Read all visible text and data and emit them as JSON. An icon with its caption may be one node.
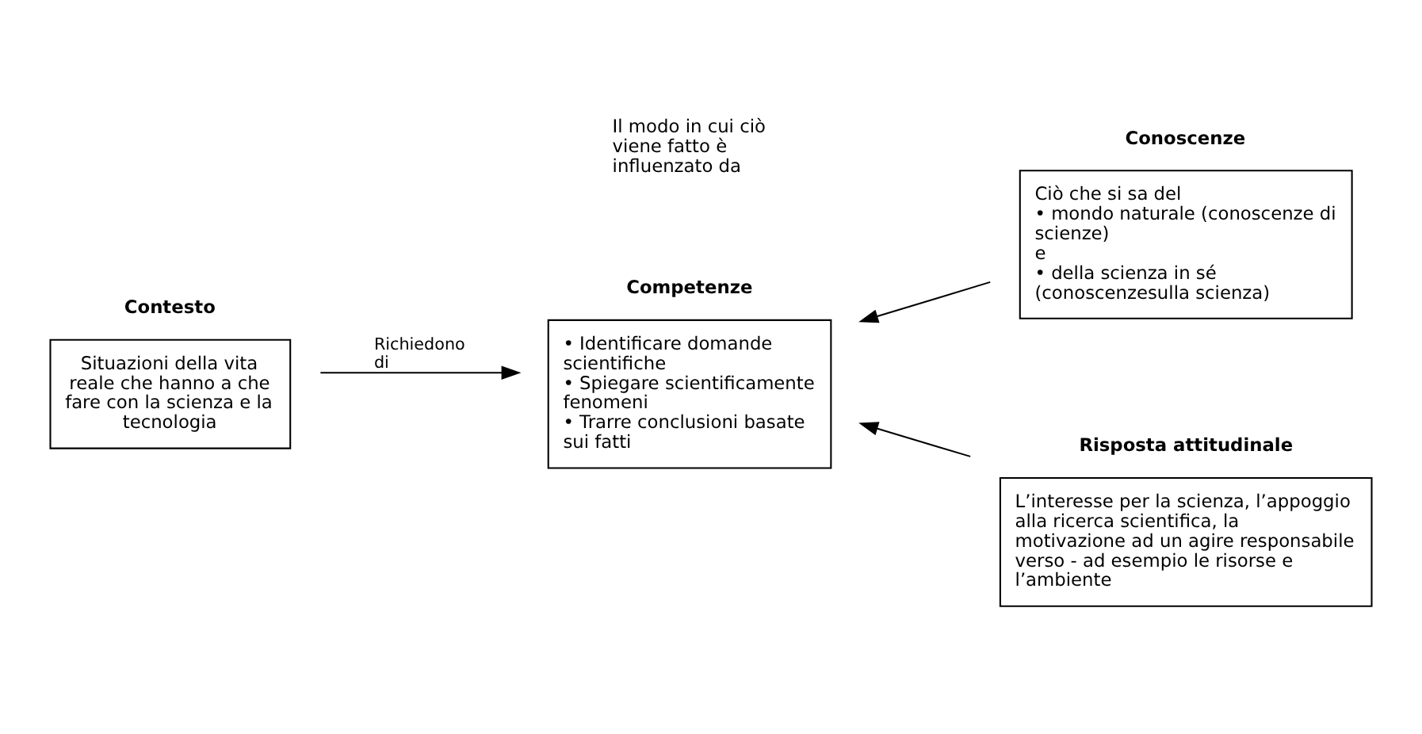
{
  "diagram": {
    "nodes": [
      {
        "text": [
          "Contesto",
          "Situazioni della vita reale che hanno a che fare con la scienza e la tecnologia"
        ]
      },
      {
        "text": [
          "Competenze",
          "• Identificare domande scientifiche",
          "• Spiegare scientificamente fenomeni",
          "• Trarre conclusioni basate sui fatti"
        ]
      },
      {
        "text": [
          "Conoscenze",
          "Ciò che si sa del",
          "• mondo naturale (conoscenze di scienze)",
          "e",
          "• della scienza in sé (conoscenzesulla scienza)"
        ]
      },
      {
        "text": [
          "Risposta attitudinale",
          "L’interesse per la scienza, l’appoggio alla ricerca scientifica, la motivazione ad un agire responsabile verso - ad esempio le risorse e l’ambiente"
        ]
      }
    ],
    "edges": [
      {
        "from": 0,
        "to": 1,
        "arrow": "to",
        "label": "Richiedono di"
      },
      {
        "from": 2,
        "to": 1,
        "arrow": "to"
      },
      {
        "from": 3,
        "to": 1,
        "arrow": "to"
      }
    ],
    "labels": [
      "Il modo in cui ciò viene fatto è influenzato da"
    ]
  }
}
